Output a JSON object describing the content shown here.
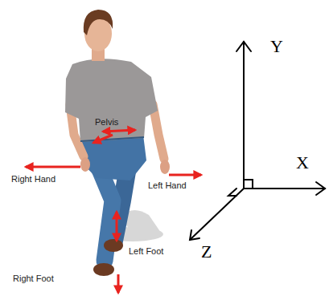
{
  "diagram": {
    "labels": [
      "Y",
      "Pelvis",
      "Right Hand",
      "X",
      "Left Hand",
      "Z",
      "Left Foot",
      "Right Foot"
    ]
  }
}
